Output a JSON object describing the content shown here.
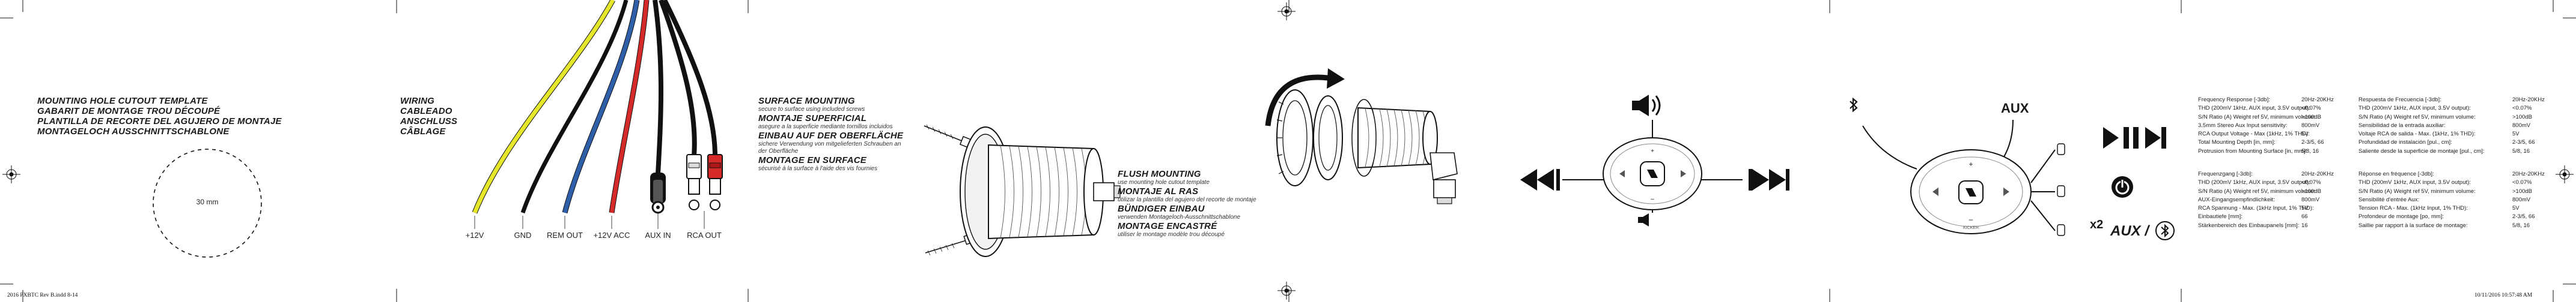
{
  "cutout": {
    "headings": [
      "MOUNTING HOLE CUTOUT TEMPLATE",
      "GABARIT DE MONTAGE TROU DÉCOUPÉ",
      "PLANTILLA DE RECORTE DEL AGUJERO DE MONTAJE",
      "MONTAGELOCH AUSSCHNITTSCHABLONE"
    ],
    "diameter": "30 mm"
  },
  "wiring": {
    "headings": [
      "WIRING",
      "CABLEADO",
      "ANSCHLUSS",
      "CÂBLAGE"
    ],
    "labels": [
      "+12V",
      "GND",
      "REM OUT",
      "+12V ACC",
      "AUX IN",
      "RCA OUT"
    ]
  },
  "surface": {
    "blocks": [
      {
        "heading": "SURFACE MOUNTING",
        "sub": "secure to surface using included screws"
      },
      {
        "heading": "MONTAJE SUPERFICIAL",
        "sub": "asegure a la superficie mediante tornillos incluidos"
      },
      {
        "heading": "EINBAU AUF DER OBERFLÄCHE",
        "sub": "sichere Verwendung von mitgelieferten Schrauben an der Oberfläche"
      },
      {
        "heading": "MONTAGE EN SURFACE",
        "sub": "sécurisé à la surface à l'aide des vis fournies"
      }
    ]
  },
  "flush": {
    "blocks": [
      {
        "heading": "FLUSH MOUNTING",
        "sub": "use mounting hole cutout template"
      },
      {
        "heading": "MONTAJE AL RAS",
        "sub": "utilizar la plantilla del agujero del recorte de montaje"
      },
      {
        "heading": "BÜNDIGER EINBAU",
        "sub": "verwenden Montageloch-Ausschnittschablone"
      },
      {
        "heading": "MONTAGE ENCASTRÉ",
        "sub": "utiliser le montage modèle trou découpé"
      }
    ]
  },
  "controls": {
    "aux_label": "AUX",
    "x2_label": "x2",
    "aux_slash": "AUX /"
  },
  "specs": {
    "en": [
      [
        "Frequency Response [-3db]:",
        "20Hz-20KHz"
      ],
      [
        "THD (200mV 1kHz, AUX input, 3.5V output):",
        "<0.07%"
      ],
      [
        "S/N Ratio (A) Weight ref 5V, minimum volume:",
        ">100dB"
      ],
      [
        "3.5mm Stereo Aux Input sensitivity:",
        "800mV"
      ],
      [
        "RCA Output Voltage - Max (1kHz, 1% THD):",
        "5V"
      ],
      [
        "Total Mounting Depth [in, mm]:",
        "2-3/5, 66"
      ],
      [
        "Protrusion from Mounting Surface [in, mm]:",
        "5/8, 16"
      ]
    ],
    "es": [
      [
        "Respuesta de Frecuencia [-3db]:",
        "20Hz-20KHz"
      ],
      [
        "THD (200mV 1kHz, AUX input, 3.5V output):",
        "<0.07%"
      ],
      [
        "S/N Ratio (A) Weight ref 5V, minimum volume:",
        ">100dB"
      ],
      [
        "Sensibilidad de la entrada auxiliar:",
        "800mV"
      ],
      [
        "Voltaje RCA de salida - Max. (1kHz, 1% THD):",
        "5V"
      ],
      [
        "Profundidad de instalación [pul., cm]:",
        "2-3/5, 66"
      ],
      [
        "Saliente desde la superficie de montaje [pul., cm]:",
        "5/8, 16"
      ]
    ],
    "de": [
      [
        "Frequenzgang [-3db]:",
        "20Hz-20KHz"
      ],
      [
        "THD (200mV 1kHz, AUX input, 3.5V output):",
        "<0.07%"
      ],
      [
        "S/N Ratio (A) Weight ref 5V, minimum volume:",
        ">100dB"
      ],
      [
        "AUX-Eingangsempfindlichkeit:",
        "800mV"
      ],
      [
        "RCA Spannung - Max. (1kHz Input, 1% THD):",
        "5V"
      ],
      [
        "Einbautiefe [mm]:",
        "66"
      ],
      [
        "Stärkenbereich des Einbaupanels [mm]:",
        "16"
      ]
    ],
    "fr": [
      [
        "Réponse en fréquence [-3db]:",
        "20Hz-20KHz"
      ],
      [
        "THD (200mV 1kHz, AUX input, 3.5V output):",
        "<0.07%"
      ],
      [
        "S/N Ratio (A) Weight ref 5V, minimum volume:",
        ">100dB"
      ],
      [
        "Sensibilité d'entrée Aux:",
        "800mV"
      ],
      [
        "Tension RCA - Max. (1kHz Input, 1% THD):",
        "5V"
      ],
      [
        "Profondeur de montage [po, mm]:",
        "2-3/5, 66"
      ],
      [
        "Saillie par rapport à la surface de montage:",
        "5/8, 16"
      ]
    ]
  },
  "footer": {
    "left": "2016 PXBTC Rev B.indd   8-14",
    "right": "10/11/2016   10:57:48 AM"
  },
  "colors": {
    "yellow": "#e6e62a",
    "blue": "#2e5fa8",
    "red": "#d42a2a",
    "black": "#111111",
    "gray": "#888888"
  }
}
